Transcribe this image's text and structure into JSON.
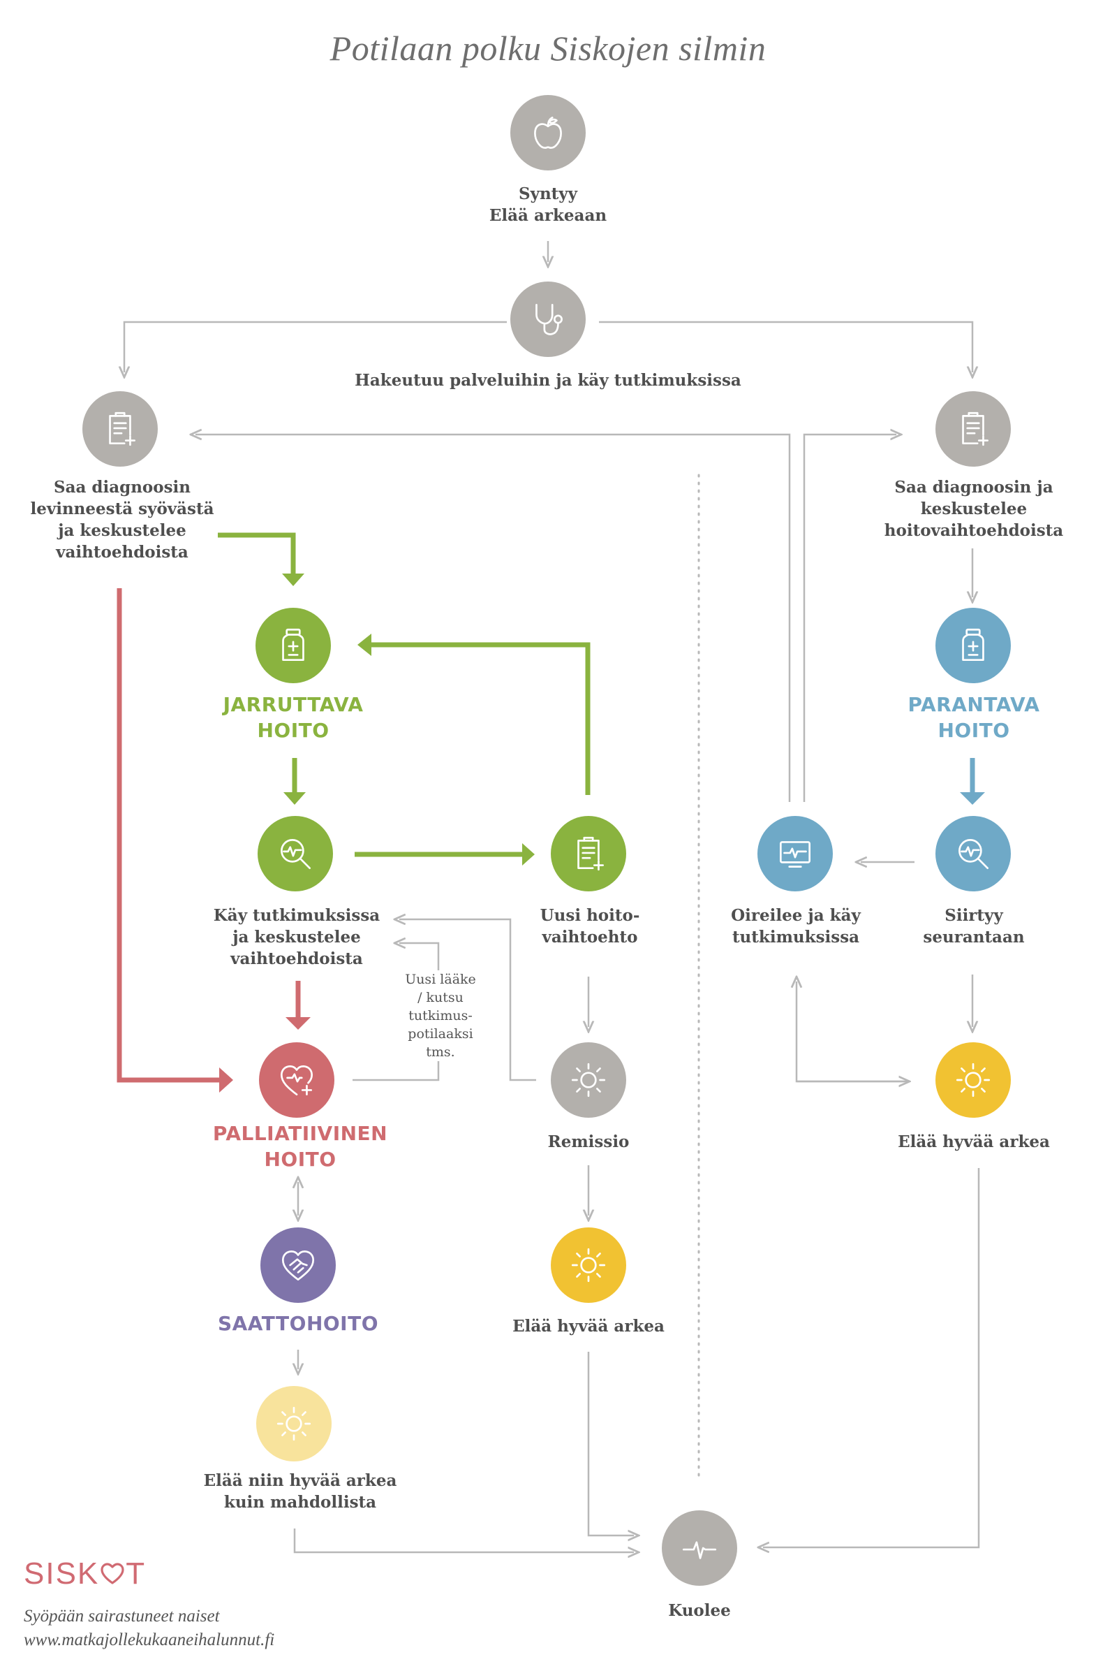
{
  "title": "Potilaan polku Siskojen silmin",
  "colors": {
    "gray": "#b3b0ac",
    "green": "#8ab33f",
    "blue": "#6fa9c7",
    "red": "#cf6b6f",
    "purple": "#7f74aa",
    "yellow": "#f1c232",
    "pale_yellow": "#f8e39c",
    "line": "#b8b8b8"
  },
  "nodes": {
    "born": {
      "icon": "apple-icon",
      "label": "Syntyy\nElää arkeaan"
    },
    "seek": {
      "icon": "stethoscope-icon",
      "label": "Hakeutuu palveluihin ja käy tutkimuksissa"
    },
    "diag_spread": {
      "icon": "clipboard-icon",
      "label": "Saa diagnoosin\nlevinneestä syövästä\nja keskustelee\nvaihtoehdoista"
    },
    "diag_cure": {
      "icon": "clipboard-icon",
      "label": "Saa diagnoosin ja\nkeskustelee\nhoitovaihtoehdoista"
    },
    "slow_care": {
      "icon": "medicine-bottle-icon",
      "caption": "JARRUTTAVA\nHOITO"
    },
    "cure_care": {
      "icon": "medicine-bottle-icon",
      "caption": "PARANTAVA\nHOITO"
    },
    "exams_green": {
      "icon": "magnifier-pulse-icon",
      "label": "Käy tutkimuksissa\nja keskustelee\nvaihtoehdoista"
    },
    "new_option": {
      "icon": "clipboard-icon",
      "label": "Uusi hoito-\nvaihtoehto"
    },
    "symptoms": {
      "icon": "monitor-pulse-icon",
      "label": "Oireilee ja käy\ntutkimuksissa"
    },
    "follow_up": {
      "icon": "magnifier-pulse-icon",
      "label": "Siirtyy\nseurantaan"
    },
    "palliative": {
      "icon": "heart-plus-icon",
      "caption": "PALLIATIIVINEN\nHOITO"
    },
    "remission": {
      "icon": "sun-icon",
      "label": "Remissio"
    },
    "good_life_right": {
      "icon": "sun-icon",
      "label": "Elää hyvää arkea"
    },
    "good_life_mid": {
      "icon": "sun-icon",
      "label": "Elää hyvää arkea"
    },
    "hospice": {
      "icon": "hands-heart-icon",
      "caption": "SAATTOHOITO"
    },
    "best_life": {
      "icon": "sun-icon",
      "label": "Elää niin hyvää arkea\nkuin mahdollista"
    },
    "death": {
      "icon": "pulse-line-icon",
      "label": "Kuolee"
    }
  },
  "note": "Uusi lääke\n/ kutsu\ntutkimus-\npotilaaksi\ntms.",
  "brand": {
    "name_left": "SISK",
    "name_right": "T",
    "heart_icon": "heart-o-icon"
  },
  "footer": {
    "tagline": "Syöpään sairastuneet naiset",
    "website": "www.matkajollekukaaneihalunnut.fi"
  }
}
